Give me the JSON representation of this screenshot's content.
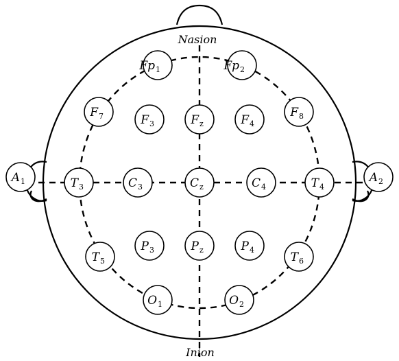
{
  "landmarks": {
    "nasion": "Nasion",
    "inion": "Inion"
  },
  "electrodes": [
    {
      "id": "fp1",
      "base": "Fp",
      "sub": "1"
    },
    {
      "id": "fp2",
      "base": "Fp",
      "sub": "2"
    },
    {
      "id": "f7",
      "base": "F",
      "sub": "7"
    },
    {
      "id": "f3",
      "base": "F",
      "sub": "3"
    },
    {
      "id": "fz",
      "base": "F",
      "sub": "z"
    },
    {
      "id": "f4",
      "base": "F",
      "sub": "4"
    },
    {
      "id": "f8",
      "base": "F",
      "sub": "8"
    },
    {
      "id": "a1",
      "base": "A",
      "sub": "1"
    },
    {
      "id": "t3",
      "base": "T",
      "sub": "3"
    },
    {
      "id": "c3",
      "base": "C",
      "sub": "3"
    },
    {
      "id": "cz",
      "base": "C",
      "sub": "z"
    },
    {
      "id": "c4",
      "base": "C",
      "sub": "4"
    },
    {
      "id": "t4",
      "base": "T",
      "sub": "4"
    },
    {
      "id": "a2",
      "base": "A",
      "sub": "2"
    },
    {
      "id": "t5",
      "base": "T",
      "sub": "5"
    },
    {
      "id": "p3",
      "base": "P",
      "sub": "3"
    },
    {
      "id": "pz",
      "base": "P",
      "sub": "z"
    },
    {
      "id": "p4",
      "base": "P",
      "sub": "4"
    },
    {
      "id": "t6",
      "base": "T",
      "sub": "6"
    },
    {
      "id": "o1",
      "base": "O",
      "sub": "1"
    },
    {
      "id": "o2",
      "base": "O",
      "sub": "2"
    }
  ]
}
